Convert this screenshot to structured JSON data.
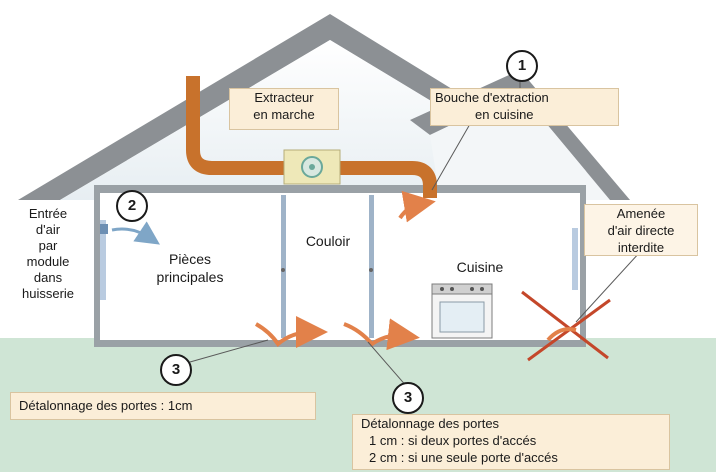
{
  "labels": {
    "extracteur": [
      "Extracteur",
      "en marche"
    ],
    "bouche": [
      "Bouche d'extraction",
      "en cuisine"
    ],
    "entree": [
      "Entrée",
      "d'air",
      "par",
      "module",
      "dans",
      "huisserie"
    ],
    "pieces": [
      "Pièces",
      "principales"
    ],
    "couloir": "Couloir",
    "cuisine": "Cuisine",
    "amenee": [
      "Amenée",
      "d'air directe",
      "interdite"
    ],
    "detalonnage1": "Détalonnage des portes : 1cm",
    "detalonnage2": [
      "Détalonnage des portes",
      "1 cm : si deux portes d'accés",
      "2 cm : si une seule porte d'accés"
    ]
  },
  "badges": {
    "b1": "1",
    "b2": "2",
    "b3a": "3",
    "b3b": "3"
  },
  "colors": {
    "duct": "#c8722c",
    "arrow": "#e2814a",
    "ground": "#cfe5d5",
    "box_fill": "#fbeed8",
    "cross": "#c4472a"
  }
}
